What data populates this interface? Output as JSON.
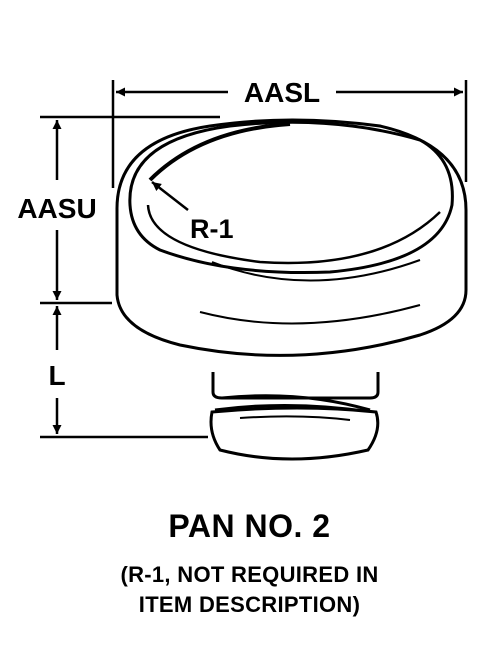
{
  "labels": {
    "width_dim": "AASL",
    "height_dim": "AASU",
    "radius": "R-1",
    "shank_length": "L"
  },
  "caption": {
    "title": "PAN NO. 2",
    "note_line1": "(R-1, NOT REQUIRED IN",
    "note_line2": "ITEM DESCRIPTION)"
  },
  "colors": {
    "ink": "#000000",
    "paper": "#ffffff"
  }
}
